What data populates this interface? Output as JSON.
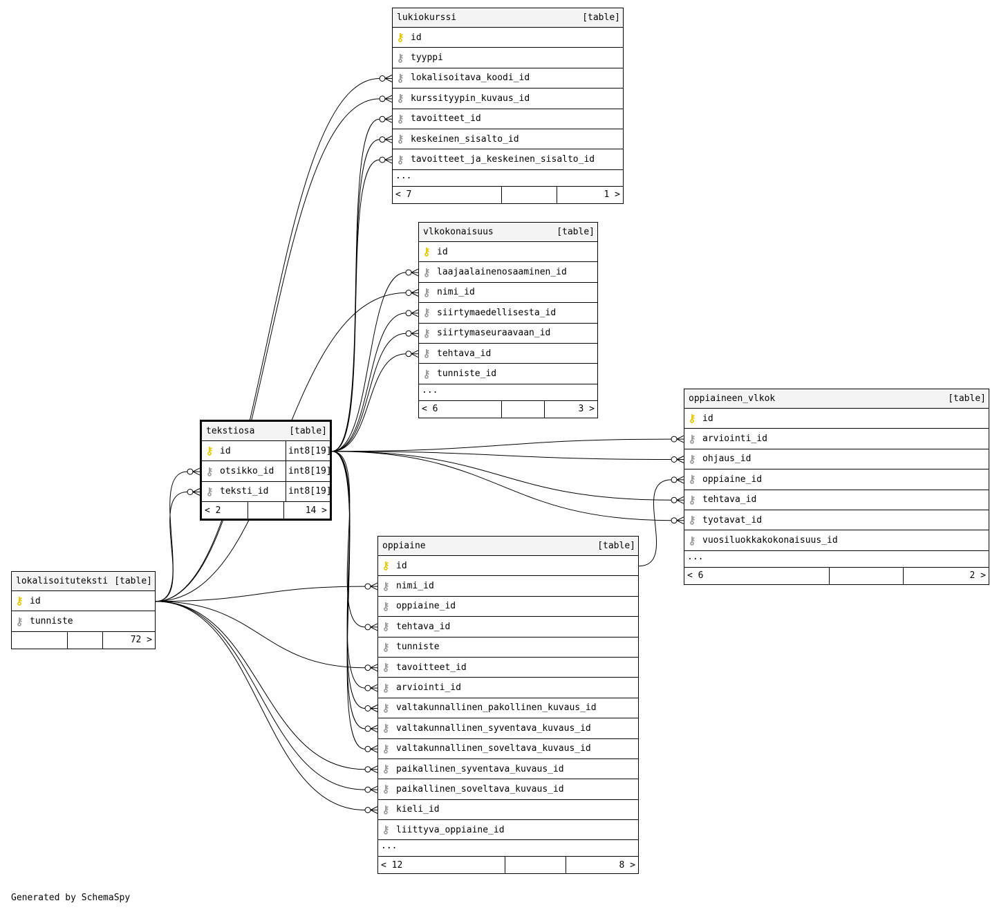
{
  "footer_text": "Generated by SchemaSpy",
  "icons": {
    "primary_key": "pk-key-icon",
    "foreign_key": "fk-key-icon"
  },
  "colors": {
    "primary_key": "#e3c800",
    "foreign_key": "#9a9a9a",
    "header_bg": "#f4f4f4"
  },
  "tables": {
    "lukiokurssi": {
      "name": "lukiokurssi",
      "kind": "[table]",
      "columns": [
        {
          "name": "id",
          "pk": true
        },
        {
          "name": "tyyppi"
        },
        {
          "name": "lokalisoitava_koodi_id"
        },
        {
          "name": "kurssityypin_kuvaus_id"
        },
        {
          "name": "tavoitteet_id"
        },
        {
          "name": "keskeinen_sisalto_id"
        },
        {
          "name": "tavoitteet_ja_keskeinen_sisalto_id"
        }
      ],
      "more": "...",
      "footer": {
        "parents": "< 7",
        "middle": "",
        "children": "1 >"
      }
    },
    "vlkokonaisuus": {
      "name": "vlkokonaisuus",
      "kind": "[table]",
      "columns": [
        {
          "name": "id",
          "pk": true
        },
        {
          "name": "laajaalainenosaaminen_id"
        },
        {
          "name": "nimi_id"
        },
        {
          "name": "siirtymaedellisesta_id"
        },
        {
          "name": "siirtymaseuraavaan_id"
        },
        {
          "name": "tehtava_id"
        },
        {
          "name": "tunniste_id"
        }
      ],
      "more": "...",
      "footer": {
        "parents": "< 6",
        "middle": "",
        "children": "3 >"
      }
    },
    "oppiaineen_vlkok": {
      "name": "oppiaineen_vlkok",
      "kind": "[table]",
      "columns": [
        {
          "name": "id",
          "pk": true
        },
        {
          "name": "arviointi_id"
        },
        {
          "name": "ohjaus_id"
        },
        {
          "name": "oppiaine_id"
        },
        {
          "name": "tehtava_id"
        },
        {
          "name": "tyotavat_id"
        },
        {
          "name": "vuosiluokkakokonaisuus_id"
        }
      ],
      "more": "...",
      "footer": {
        "parents": "< 6",
        "middle": "",
        "children": "2 >"
      }
    },
    "tekstiosa": {
      "name": "tekstiosa",
      "kind": "[table]",
      "columns": [
        {
          "name": "id",
          "pk": true,
          "type": "int8[19]"
        },
        {
          "name": "otsikko_id",
          "type": "int8[19]"
        },
        {
          "name": "teksti_id",
          "type": "int8[19]"
        }
      ],
      "footer": {
        "parents": "< 2",
        "middle": "",
        "children": "14 >"
      }
    },
    "oppiaine": {
      "name": "oppiaine",
      "kind": "[table]",
      "columns": [
        {
          "name": "id",
          "pk": true
        },
        {
          "name": "nimi_id"
        },
        {
          "name": "oppiaine_id"
        },
        {
          "name": "tehtava_id"
        },
        {
          "name": "tunniste"
        },
        {
          "name": "tavoitteet_id"
        },
        {
          "name": "arviointi_id"
        },
        {
          "name": "valtakunnallinen_pakollinen_kuvaus_id"
        },
        {
          "name": "valtakunnallinen_syventava_kuvaus_id"
        },
        {
          "name": "valtakunnallinen_soveltava_kuvaus_id"
        },
        {
          "name": "paikallinen_syventava_kuvaus_id"
        },
        {
          "name": "paikallinen_soveltava_kuvaus_id"
        },
        {
          "name": "kieli_id"
        },
        {
          "name": "liittyva_oppiaine_id"
        }
      ],
      "more": "...",
      "footer": {
        "parents": "< 12",
        "middle": "",
        "children": "8 >"
      }
    },
    "lokalisoituteksti": {
      "name": "lokalisoituteksti",
      "kind": "[table]",
      "columns": [
        {
          "name": "id",
          "pk": true
        },
        {
          "name": "tunniste"
        }
      ],
      "footer": {
        "parents": "",
        "middle": "",
        "children": "72 >"
      }
    }
  },
  "relationships": [
    {
      "from": "lokalisoituteksti.id",
      "to": "lukiokurssi.lokalisoitava_koodi_id"
    },
    {
      "from": "lokalisoituteksti.id",
      "to": "lukiokurssi.kurssityypin_kuvaus_id"
    },
    {
      "from": "tekstiosa.id",
      "to": "lukiokurssi.tavoitteet_id"
    },
    {
      "from": "tekstiosa.id",
      "to": "lukiokurssi.keskeinen_sisalto_id"
    },
    {
      "from": "tekstiosa.id",
      "to": "lukiokurssi.tavoitteet_ja_keskeinen_sisalto_id"
    },
    {
      "from": "tekstiosa.id",
      "to": "vlkokonaisuus.laajaalainenosaaminen_id"
    },
    {
      "from": "lokalisoituteksti.id",
      "to": "vlkokonaisuus.nimi_id"
    },
    {
      "from": "tekstiosa.id",
      "to": "vlkokonaisuus.siirtymaedellisesta_id"
    },
    {
      "from": "tekstiosa.id",
      "to": "vlkokonaisuus.siirtymaseuraavaan_id"
    },
    {
      "from": "tekstiosa.id",
      "to": "vlkokonaisuus.tehtava_id"
    },
    {
      "from": "tekstiosa.id",
      "to": "oppiaineen_vlkok.arviointi_id"
    },
    {
      "from": "tekstiosa.id",
      "to": "oppiaineen_vlkok.ohjaus_id"
    },
    {
      "from": "oppiaine.id",
      "to": "oppiaineen_vlkok.oppiaine_id"
    },
    {
      "from": "tekstiosa.id",
      "to": "oppiaineen_vlkok.tehtava_id"
    },
    {
      "from": "tekstiosa.id",
      "to": "oppiaineen_vlkok.tyotavat_id"
    },
    {
      "from": "lokalisoituteksti.id",
      "to": "tekstiosa.otsikko_id"
    },
    {
      "from": "lokalisoituteksti.id",
      "to": "tekstiosa.teksti_id"
    },
    {
      "from": "lokalisoituteksti.id",
      "to": "oppiaine.nimi_id"
    },
    {
      "from": "tekstiosa.id",
      "to": "oppiaine.tehtava_id"
    },
    {
      "from": "lokalisoituteksti.id",
      "to": "oppiaine.tavoitteet_id"
    },
    {
      "from": "tekstiosa.id",
      "to": "oppiaine.arviointi_id"
    },
    {
      "from": "tekstiosa.id",
      "to": "oppiaine.valtakunnallinen_pakollinen_kuvaus_id"
    },
    {
      "from": "tekstiosa.id",
      "to": "oppiaine.valtakunnallinen_syventava_kuvaus_id"
    },
    {
      "from": "tekstiosa.id",
      "to": "oppiaine.valtakunnallinen_soveltava_kuvaus_id"
    },
    {
      "from": "lokalisoituteksti.id",
      "to": "oppiaine.paikallinen_syventava_kuvaus_id"
    },
    {
      "from": "lokalisoituteksti.id",
      "to": "oppiaine.paikallinen_soveltava_kuvaus_id"
    },
    {
      "from": "lokalisoituteksti.id",
      "to": "oppiaine.kieli_id"
    }
  ]
}
